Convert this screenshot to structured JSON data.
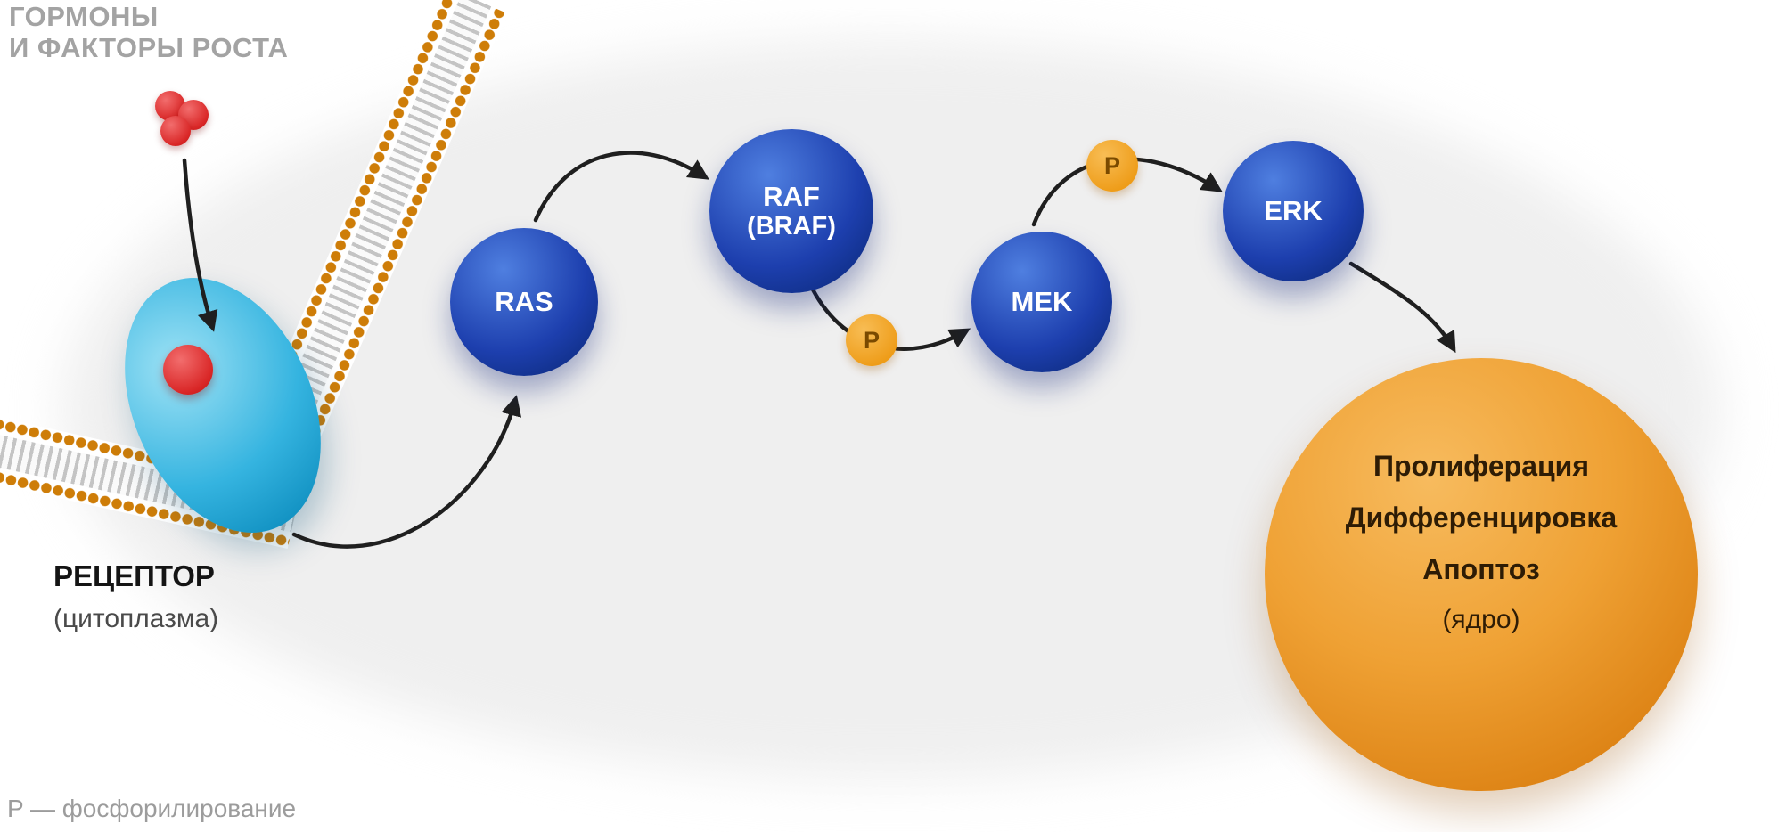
{
  "title": {
    "line1": "ГОРМОНЫ",
    "line2": "И ФАКТОРЫ РОСТА"
  },
  "receptor": {
    "label": "РЕЦЕПТОР",
    "sublabel": "(цитоплазма)"
  },
  "nodes": [
    {
      "id": "ras",
      "label": "RAS"
    },
    {
      "id": "raf",
      "label": "RAF",
      "sublabel": "(BRAF)"
    },
    {
      "id": "mek",
      "label": "MEK"
    },
    {
      "id": "erk",
      "label": "ERK"
    }
  ],
  "phosphorylation": {
    "symbol": "P"
  },
  "nucleus": {
    "lines": [
      "Пролиферация",
      "Дифференцировка",
      "Апоптоз"
    ],
    "sublabel": "(ядро)"
  },
  "legend": {
    "text": "P — фосфорилирование"
  },
  "colors": {
    "node_blue": "#1d3fae",
    "phosphate_orange": "#ee9c18",
    "nucleus_orange": "#efa134",
    "receptor_cyan": "#35b4e0",
    "ligand_red": "#d92626",
    "membrane_dot_orange": "#ce7d08",
    "cytoplasm_gray": "#efefef",
    "arrow_dark": "#1f1f1f"
  }
}
